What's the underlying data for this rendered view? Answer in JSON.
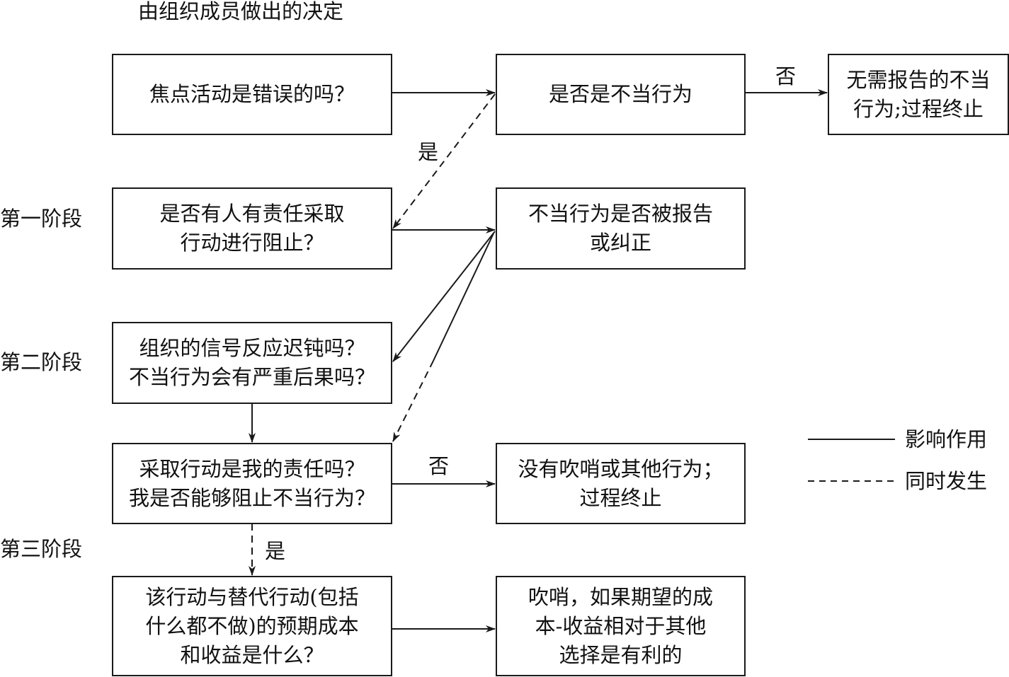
{
  "title": "由组织成员做出的决定",
  "stages": {
    "stage1": "第一阶段",
    "stage2": "第二阶段",
    "stage3": "第三阶段"
  },
  "boxes": {
    "focal": [
      "焦点活动是错误的吗？"
    ],
    "misconduct": [
      "是否是不当行为"
    ],
    "no_report": [
      "无需报告的不当",
      "行为;过程终止"
    ],
    "responsible": [
      "是否有人有责任采取",
      "行动进行阻止？"
    ],
    "reported": [
      "不当行为是否被报告",
      "或纠正"
    ],
    "signals": [
      "组织的信号反应迟钝吗？",
      "不当行为会有严重后果吗？"
    ],
    "my_duty": [
      "采取行动是我的责任吗？",
      "我是否能够阻止不当行为？"
    ],
    "no_whistle": [
      "没有吹哨或其他行为；",
      "过程终止"
    ],
    "cost_benefit": [
      "该行动与替代行动(包括",
      "什么都不做)的预期成本",
      "和收益是什么？"
    ],
    "whistle": [
      "吹哨，如果期望的成",
      "本-收益相对于其他",
      "选择是有利的"
    ]
  },
  "edge_labels": {
    "no_top": "否",
    "yes_diag": "是",
    "no_mid": "否",
    "yes_bottom": "是"
  },
  "legend": {
    "solid": "影响作用",
    "dashed": "同时发生"
  },
  "colors": {
    "stroke": "#1a1a1a"
  }
}
